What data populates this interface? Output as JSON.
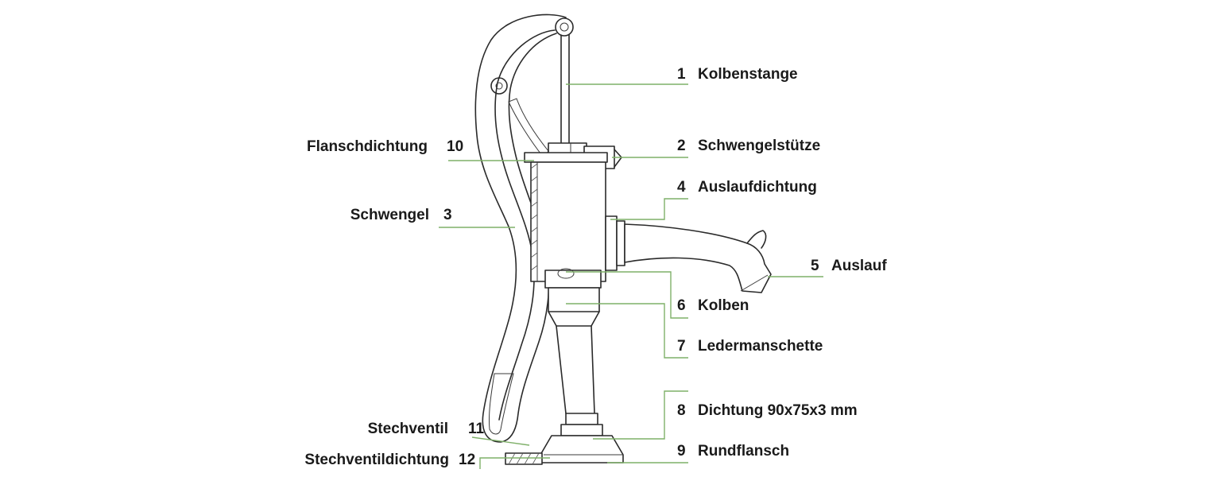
{
  "colors": {
    "leader": "#7fb069",
    "ink": "#2a2a2a",
    "text": "#1a1a1a",
    "background": "#ffffff"
  },
  "parts": [
    {
      "id": "kolbenstange",
      "number": "1",
      "name": "Kolbenstange"
    },
    {
      "id": "schwengelstuetze",
      "number": "2",
      "name": "Schwengelstütze"
    },
    {
      "id": "schwengel",
      "number": "3",
      "name": "Schwengel"
    },
    {
      "id": "auslaufdichtung",
      "number": "4",
      "name": "Auslaufdichtung"
    },
    {
      "id": "auslauf",
      "number": "5",
      "name": "Auslauf"
    },
    {
      "id": "kolben",
      "number": "6",
      "name": "Kolben"
    },
    {
      "id": "ledermanschette",
      "number": "7",
      "name": "Ledermanschette"
    },
    {
      "id": "dichtung",
      "number": "8",
      "name": "Dichtung 90x75x3 mm"
    },
    {
      "id": "rundflansch",
      "number": "9",
      "name": "Rundflansch"
    },
    {
      "id": "flanschdichtung",
      "number": "10",
      "name": "Flanschdichtung"
    },
    {
      "id": "stechventil",
      "number": "11",
      "name": "Stechventil"
    },
    {
      "id": "stechventildichtung",
      "number": "12",
      "name": "Stechventildichtung"
    }
  ]
}
